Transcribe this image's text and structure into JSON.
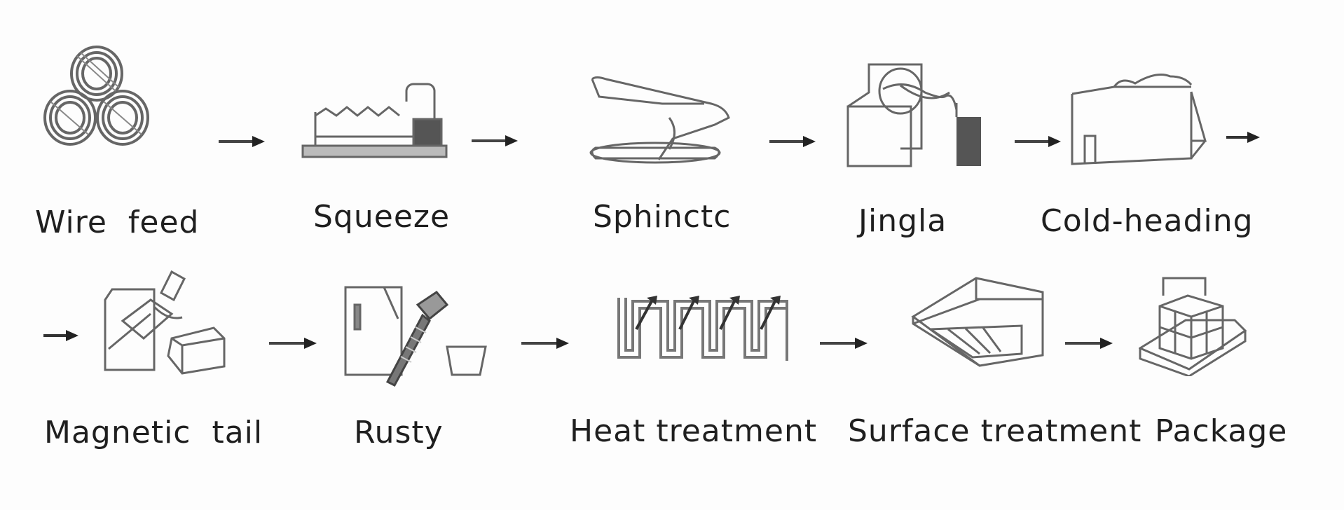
{
  "steps_row1": [
    {
      "id": "wire-feed",
      "label": "Wire  feed",
      "icon": "wire-coil-icon"
    },
    {
      "id": "squeeze",
      "label": "Squeeze",
      "icon": "squeeze-machine-icon"
    },
    {
      "id": "sphinctc",
      "label": "Sphinctc",
      "icon": "sphinctc-machine-icon"
    },
    {
      "id": "jingla",
      "label": "Jingla",
      "icon": "jingla-machine-icon"
    },
    {
      "id": "cold-heading",
      "label": "Cold-heading",
      "icon": "cold-heading-machine-icon"
    }
  ],
  "steps_row2": [
    {
      "id": "magnetic-tail",
      "label": "Magnetic  tail",
      "icon": "magnetic-tail-machine-icon"
    },
    {
      "id": "rusty",
      "label": "Rusty",
      "icon": "screw-icon"
    },
    {
      "id": "heat-treatment",
      "label": "Heat treatment",
      "icon": "heat-furnace-icon"
    },
    {
      "id": "surface-treatment",
      "label": "Surface treatment",
      "icon": "surface-treatment-building-icon"
    },
    {
      "id": "package",
      "label": "Package",
      "icon": "package-boxes-icon"
    }
  ],
  "colors": {
    "background": "#fdfdfd",
    "line": "#555555",
    "arrow": "#222222",
    "text": "#1f1f1f"
  }
}
